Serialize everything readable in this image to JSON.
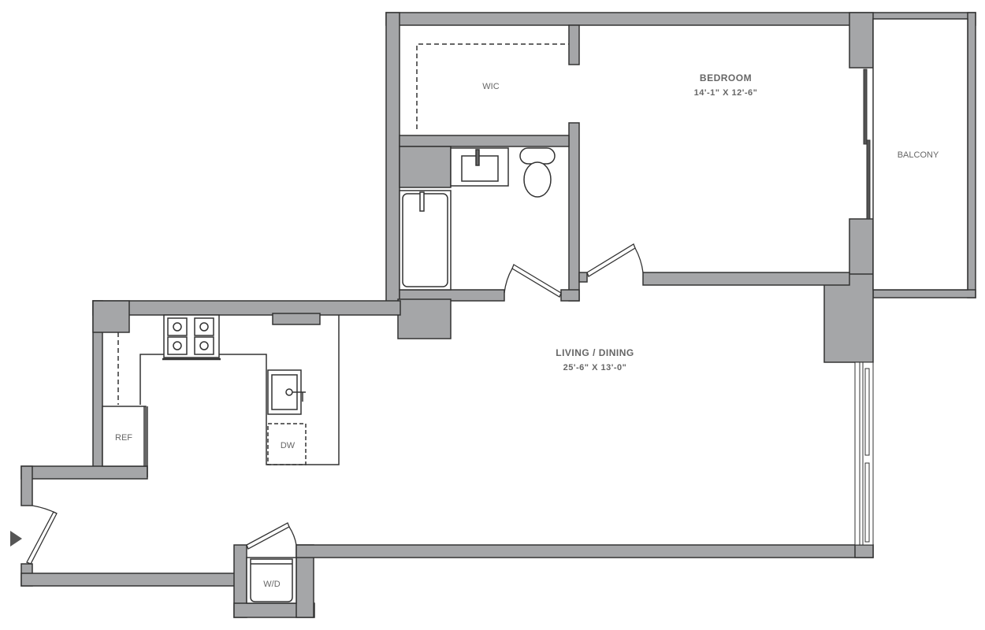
{
  "colors": {
    "wall_fill": "#a5a6a8",
    "wall_outline": "#333333",
    "fixture_line": "#333333",
    "label_text": "#666666",
    "entry_marker": "#555555",
    "background": "#ffffff"
  },
  "rooms": {
    "bedroom": {
      "name": "BEDROOM",
      "dimensions": "14'-1\" X 12'-6\""
    },
    "living_dining": {
      "name": "LIVING / DINING",
      "dimensions": "25'-6\" X 13'-0\""
    },
    "balcony": {
      "name": "BALCONY"
    },
    "wic": {
      "name": "WIC"
    }
  },
  "fixtures": {
    "refrigerator": "REF",
    "dishwasher": "DW",
    "washer_dryer": "W/D",
    "range": "range-4-burner",
    "kitchen_sink": "kitchen-sink",
    "bath_sink": "bath-sink",
    "toilet": "toilet",
    "bathtub": "bathtub"
  },
  "markers": {
    "entry": "entry-arrow"
  }
}
